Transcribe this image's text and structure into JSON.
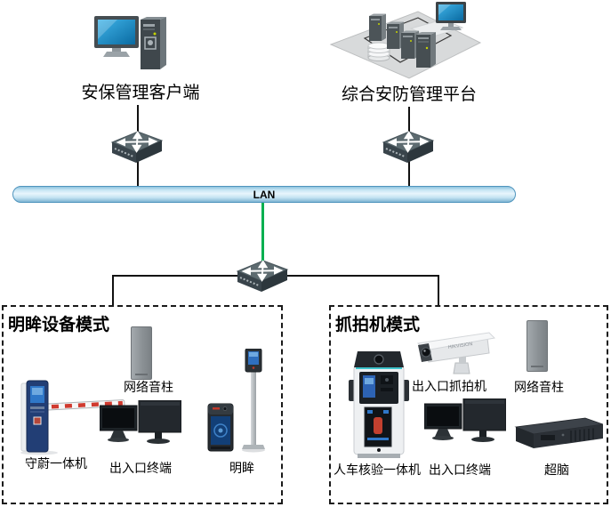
{
  "nodes": {
    "client": {
      "label": "安保管理客户端"
    },
    "platform": {
      "label": "综合安防管理平台"
    }
  },
  "lan": {
    "label": "LAN"
  },
  "left_box": {
    "title": "明眸设备模式",
    "devices": {
      "speaker": {
        "label": "网络音柱"
      },
      "gate": {
        "label": "守蔚一体机"
      },
      "terminal": {
        "label": "出入口终端"
      },
      "mingmou": {
        "label": "明眸"
      }
    }
  },
  "right_box": {
    "title": "抓拍机模式",
    "devices": {
      "camera": {
        "label": "出入口抓拍机"
      },
      "speaker": {
        "label": "网络音柱"
      },
      "kiosk": {
        "label": "人车核验一体机"
      },
      "terminal": {
        "label": "出入口终端"
      },
      "nvr": {
        "label": "超脑"
      }
    }
  },
  "brand": {
    "camera": "HIKVISION"
  },
  "colors": {
    "lan_fill": "#c8e6f4",
    "lan_border": "#4f94bd",
    "link_green": "#00b050",
    "line_black": "#111111"
  }
}
